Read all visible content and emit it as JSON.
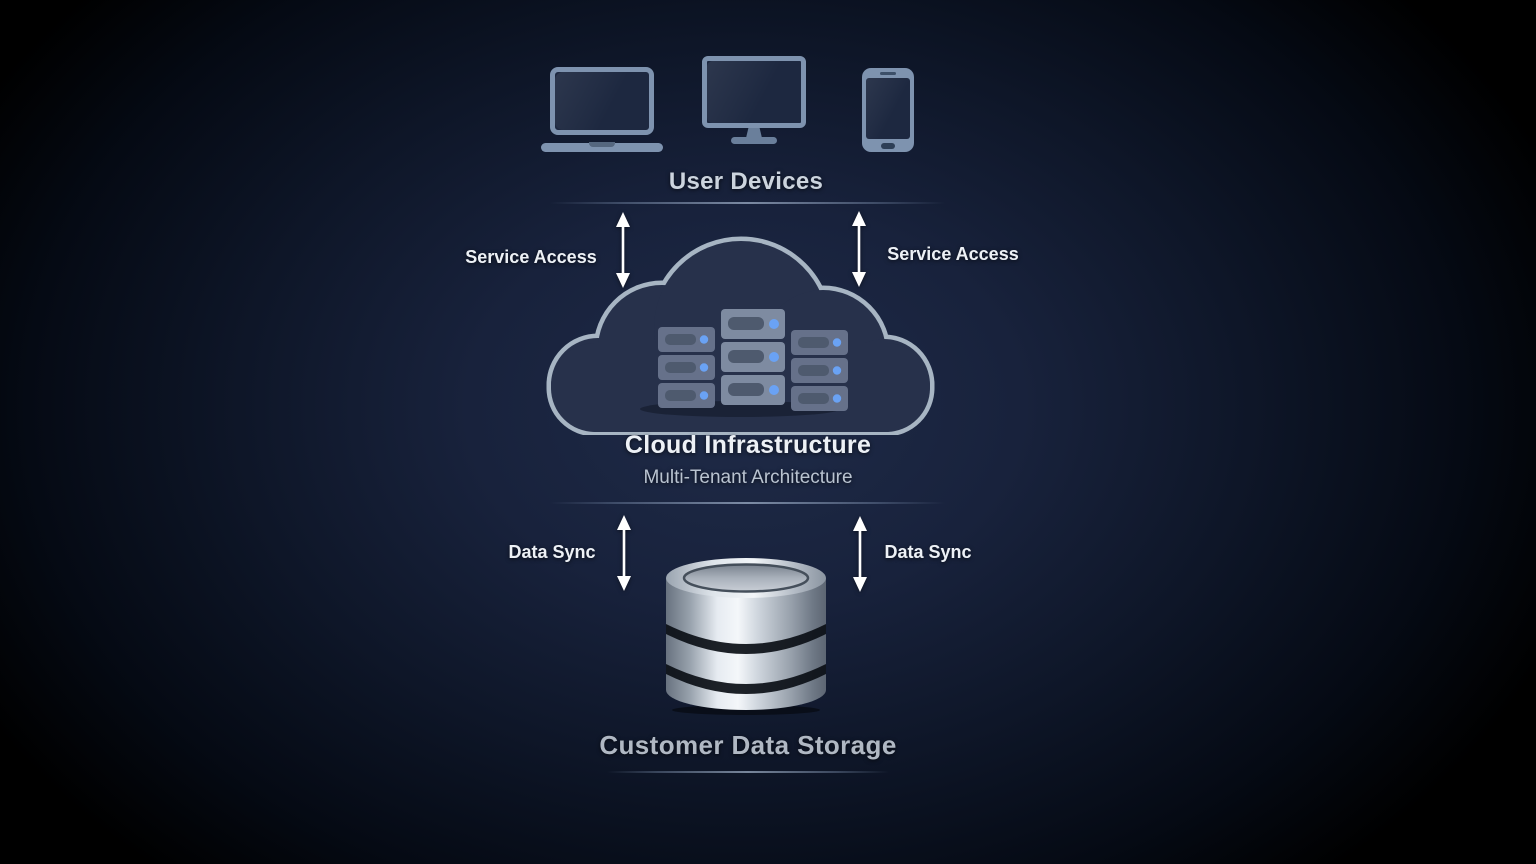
{
  "nodes": {
    "user_devices": {
      "label": "User Devices",
      "icons": [
        "laptop-icon",
        "monitor-icon",
        "smartphone-icon"
      ]
    },
    "cloud_infrastructure": {
      "label": "Cloud Infrastructure",
      "sublabel": "Multi-Tenant Architecture",
      "icon": "cloud-servers-icon",
      "server_towers": 3
    },
    "customer_data_storage": {
      "label": "Customer Data Storage",
      "icon": "database-icon",
      "tiers": 3
    }
  },
  "connections": {
    "devices_cloud_left": {
      "label": "Service Access",
      "direction": "bidirectional"
    },
    "devices_cloud_right": {
      "label": "Service Access",
      "direction": "bidirectional"
    },
    "cloud_storage_left": {
      "label": "Data Sync",
      "direction": "bidirectional"
    },
    "cloud_storage_right": {
      "label": "Data Sync",
      "direction": "bidirectional"
    }
  },
  "theme": {
    "bg_center": "#1f2b48",
    "bg_edge": "#000000",
    "text_bright": "#edf1f6",
    "text_heading": "#ccd4de",
    "text_sub": "#b9c3d0",
    "text_storage": "#b0b8c3",
    "device_frame": "#7e93af",
    "device_screen": "#1d2840",
    "cloud_fill": "#27314b",
    "cloud_outline": "#a7b5c3",
    "server_body_side": "#66718a",
    "server_body_mid": "#7e8ba1",
    "server_slot": "#4e5a6e",
    "server_led": "#6aa2f4",
    "arrow": "#ffffff",
    "divider": "#8ba0bf",
    "db_highlight": "#f4f7fa",
    "db_mid": "#b9c1cb",
    "db_shadow": "#5d6673"
  }
}
